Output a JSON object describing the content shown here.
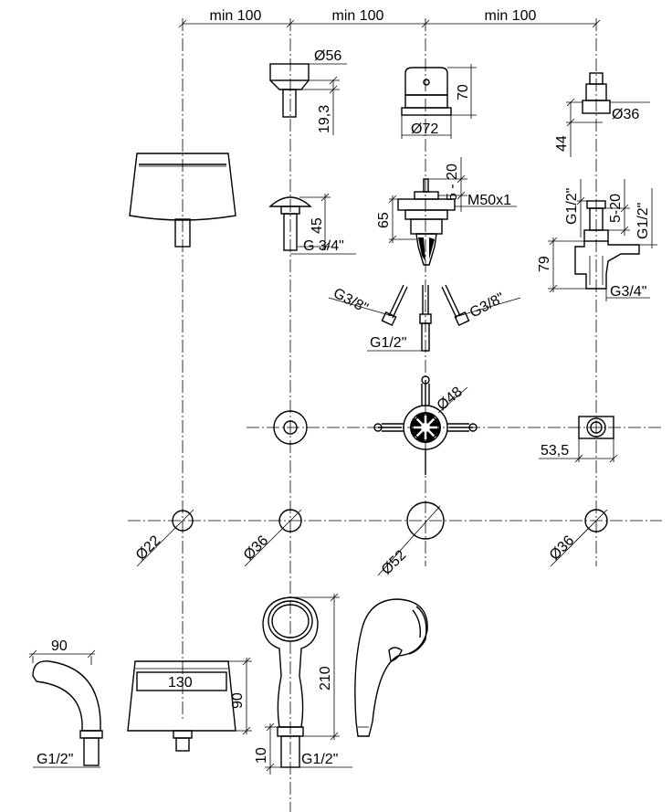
{
  "dimensions": {
    "spacing_1": "min 100",
    "spacing_2": "min 100",
    "spacing_3": "min 100",
    "cap_diameter": "Ø56",
    "cap_height": "19,3",
    "handle_height": "70",
    "rosette_diameter": "Ø72",
    "valve_height": "44",
    "valve_diameter": "Ø36",
    "spout_height": "45",
    "spout_thread": "G 3/4\"",
    "adjust_range": "5 - 20",
    "body_height": "65",
    "body_thread": "M50x1",
    "hose_left": "G3/8\"",
    "hose_right": "G3/8\"",
    "inlet_thread": "G1/2\"",
    "diverter_top": "G1/2\"",
    "diverter_range": "5-20",
    "diverter_side": "G1/2\"",
    "diverter_height": "79",
    "diverter_bottom": "G3/4\"",
    "handle_diameter": "Ø48",
    "offset": "53,5",
    "hole_1": "Ø22",
    "hole_2": "Ø36",
    "hole_3": "Ø52",
    "hole_4": "Ø36",
    "spout_reach": "90",
    "spout_thread_bottom": "G1/2\"",
    "waterfall_width": "130",
    "waterfall_height": "90",
    "shower_length": "210",
    "shower_collar": "10",
    "shower_thread": "G1/2\""
  }
}
